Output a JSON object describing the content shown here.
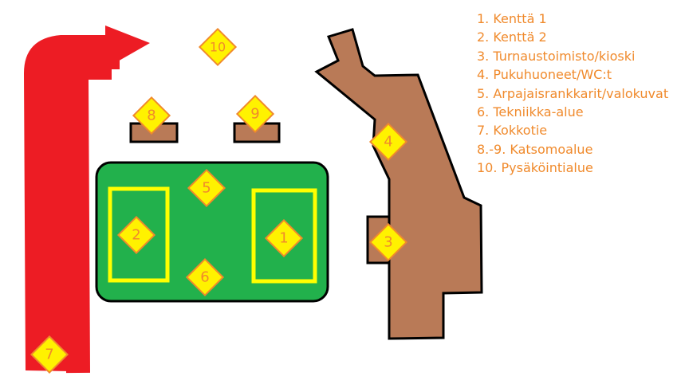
{
  "colors": {
    "field": "#22b14c",
    "field_lines": "#ffff00",
    "building": "#b97a57",
    "outline": "#000000",
    "route_arrow": "#ed1c24",
    "marker_fill": "#fff200",
    "marker_text": "#f08a2c"
  },
  "markers": {
    "m1": "1",
    "m2": "2",
    "m3": "3",
    "m4": "4",
    "m5": "5",
    "m6": "6",
    "m7": "7",
    "m8": "8",
    "m9": "9",
    "m10": "10"
  },
  "legend": [
    "1. Kenttä 1",
    "2. Kenttä 2",
    "3. Turnaustoimisto/kioski",
    "4. Pukuhuoneet/WC:t",
    "5. Arpajaisrankkarit/valokuvat",
    "6. Tekniikka-alue",
    "7. Kokkotie",
    "8.-9. Katsomoalue",
    "10. Pysäköintialue"
  ]
}
